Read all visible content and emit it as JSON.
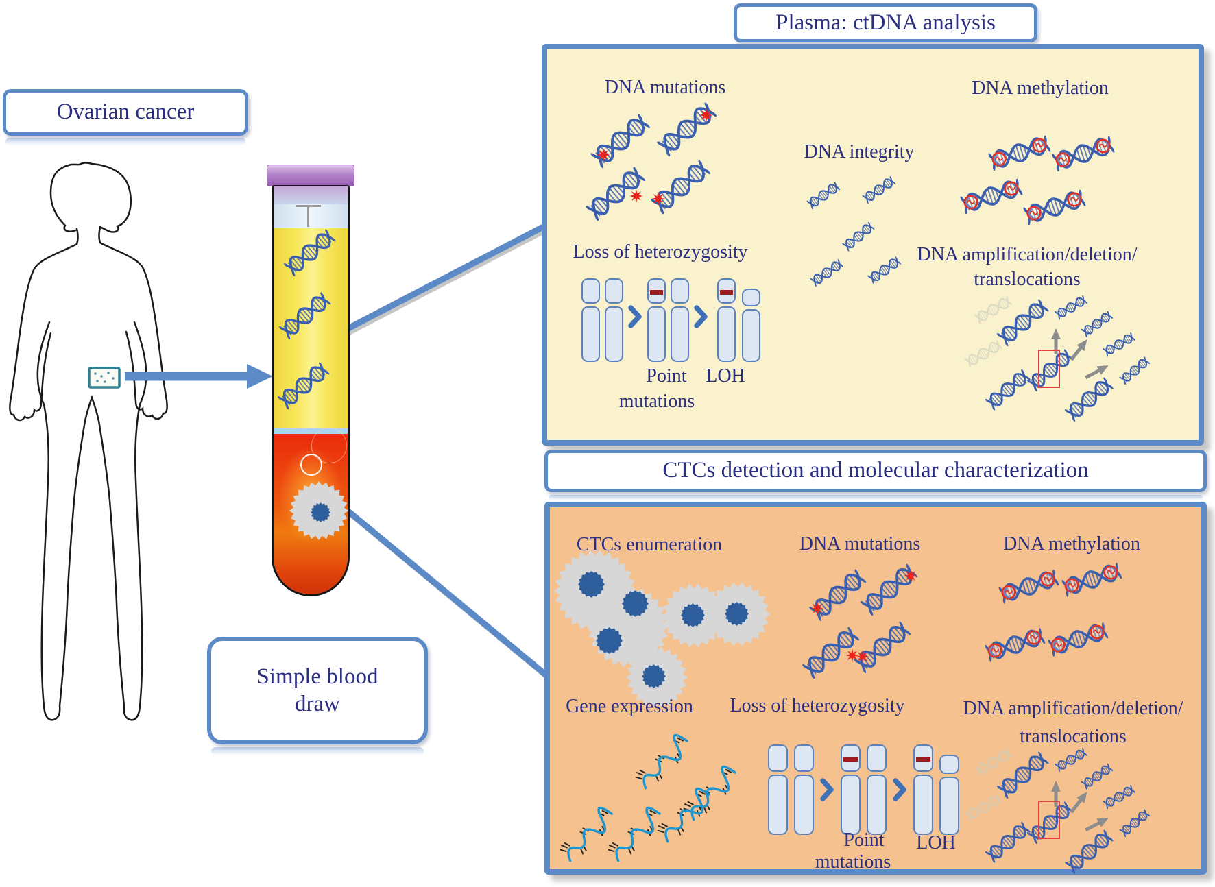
{
  "labels": {
    "ovarian_cancer": "Ovarian cancer",
    "blood_draw_line1": "Simple blood",
    "blood_draw_line2": "draw"
  },
  "plasma": {
    "title": "Plasma: ctDNA analysis",
    "dna_mutations": "DNA mutations",
    "dna_integrity": "DNA integrity",
    "dna_methylation": "DNA methylation",
    "loh": "Loss of heterozygosity",
    "amplification1": "DNA amplification/deletion/",
    "amplification2": "translocations",
    "point1": "Point",
    "point2": "mutations",
    "loh_abbr": "LOH"
  },
  "ctcs": {
    "title": "CTCs detection and molecular characterization",
    "enumeration": "CTCs enumeration",
    "dna_mutations": "DNA mutations",
    "dna_methylation": "DNA methylation",
    "gene_expression": "Gene expression",
    "loh": "Loss of heterozygosity",
    "amplification1": "DNA amplification/deletion/",
    "amplification2": "translocations",
    "point1": "Point",
    "point2": "mutations",
    "loh_abbr": "LOH"
  },
  "colors": {
    "accent_blue": "#5b8ac7",
    "text_navy": "#2b2f82",
    "plasma_panel_bg": "#faf2cc",
    "ctc_panel_bg": "#f5c28f",
    "mutation_star_red": "#e8241c",
    "methyl_circle_red": "#e03226",
    "blood_red": "#ea2b0c",
    "plasma_yellow": "#f6e659",
    "cap_purple": "#a873c0",
    "ctc_cell_gray": "#d7d7d7",
    "nucleus_blue": "#2f5e9d",
    "chromosome_fill": "#dde6f3",
    "loh_band_dark_red": "#9c1d1d"
  },
  "icons": {
    "dna_helix": "blue double-helix",
    "mutation": "red 8-point star",
    "methylation": "red circle on helix",
    "ctc_cell": "spiky gray cell with blue nucleus",
    "chromosome": "two-segment chromosome",
    "rna_strand": "cyan wavy strand with tick marks",
    "chevron": "blue chevron arrow",
    "tumor_site": "teal speckled box on body"
  }
}
